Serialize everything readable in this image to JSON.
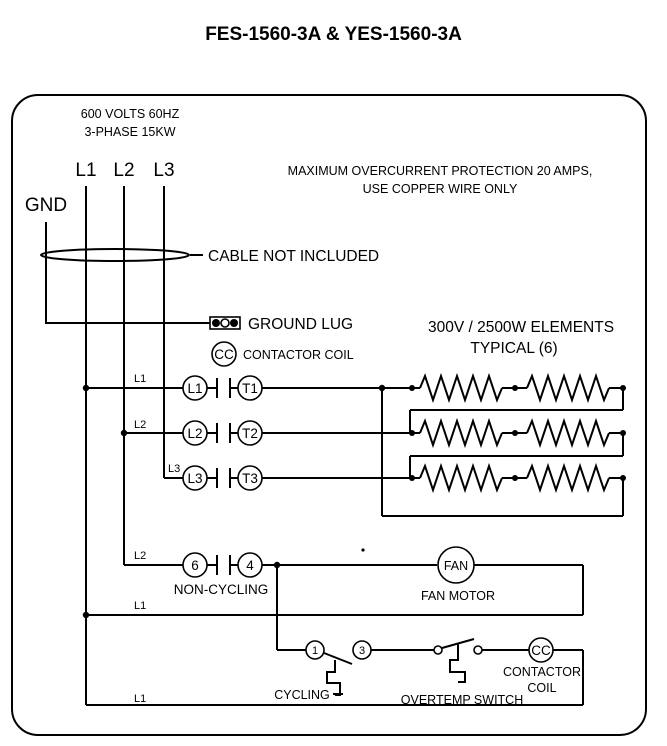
{
  "title": "FES-1560-3A & YES-1560-3A",
  "supply": {
    "line1": "600 VOLTS 60HZ",
    "line2": "3-PHASE 15KW"
  },
  "phases": {
    "l1": "L1",
    "l2": "L2",
    "l3": "L3"
  },
  "gnd": "GND",
  "note": {
    "line1": "MAXIMUM OVERCURRENT PROTECTION 20 AMPS,",
    "line2": "USE COPPER WIRE ONLY"
  },
  "cable_label": "CABLE NOT INCLUDED",
  "ground_lug": "GROUND LUG",
  "elements": {
    "line1": "300V / 2500W ELEMENTS",
    "line2": "TYPICAL (6)"
  },
  "contactor_coil": {
    "symbol": "CC",
    "label": "CONTACTOR COIL"
  },
  "wire_labels": {
    "l1": "L1",
    "l2": "L2",
    "l3": "L3"
  },
  "contacts": {
    "c1": {
      "left": "L1",
      "right": "T1"
    },
    "c2": {
      "left": "L2",
      "right": "T2"
    },
    "c3": {
      "left": "L3",
      "right": "T3"
    },
    "c4": {
      "left": "6",
      "right": "4"
    }
  },
  "non_cycling": "NON-CYCLING",
  "fan": {
    "symbol": "FAN",
    "label": "FAN MOTOR"
  },
  "cycling": {
    "t1": "1",
    "t3": "3",
    "label": "CYCLING"
  },
  "overtemp": "OVERTEMP SWITCH",
  "coil_bottom": {
    "symbol": "CC",
    "label1": "CONTACTOR",
    "label2": "COIL"
  }
}
